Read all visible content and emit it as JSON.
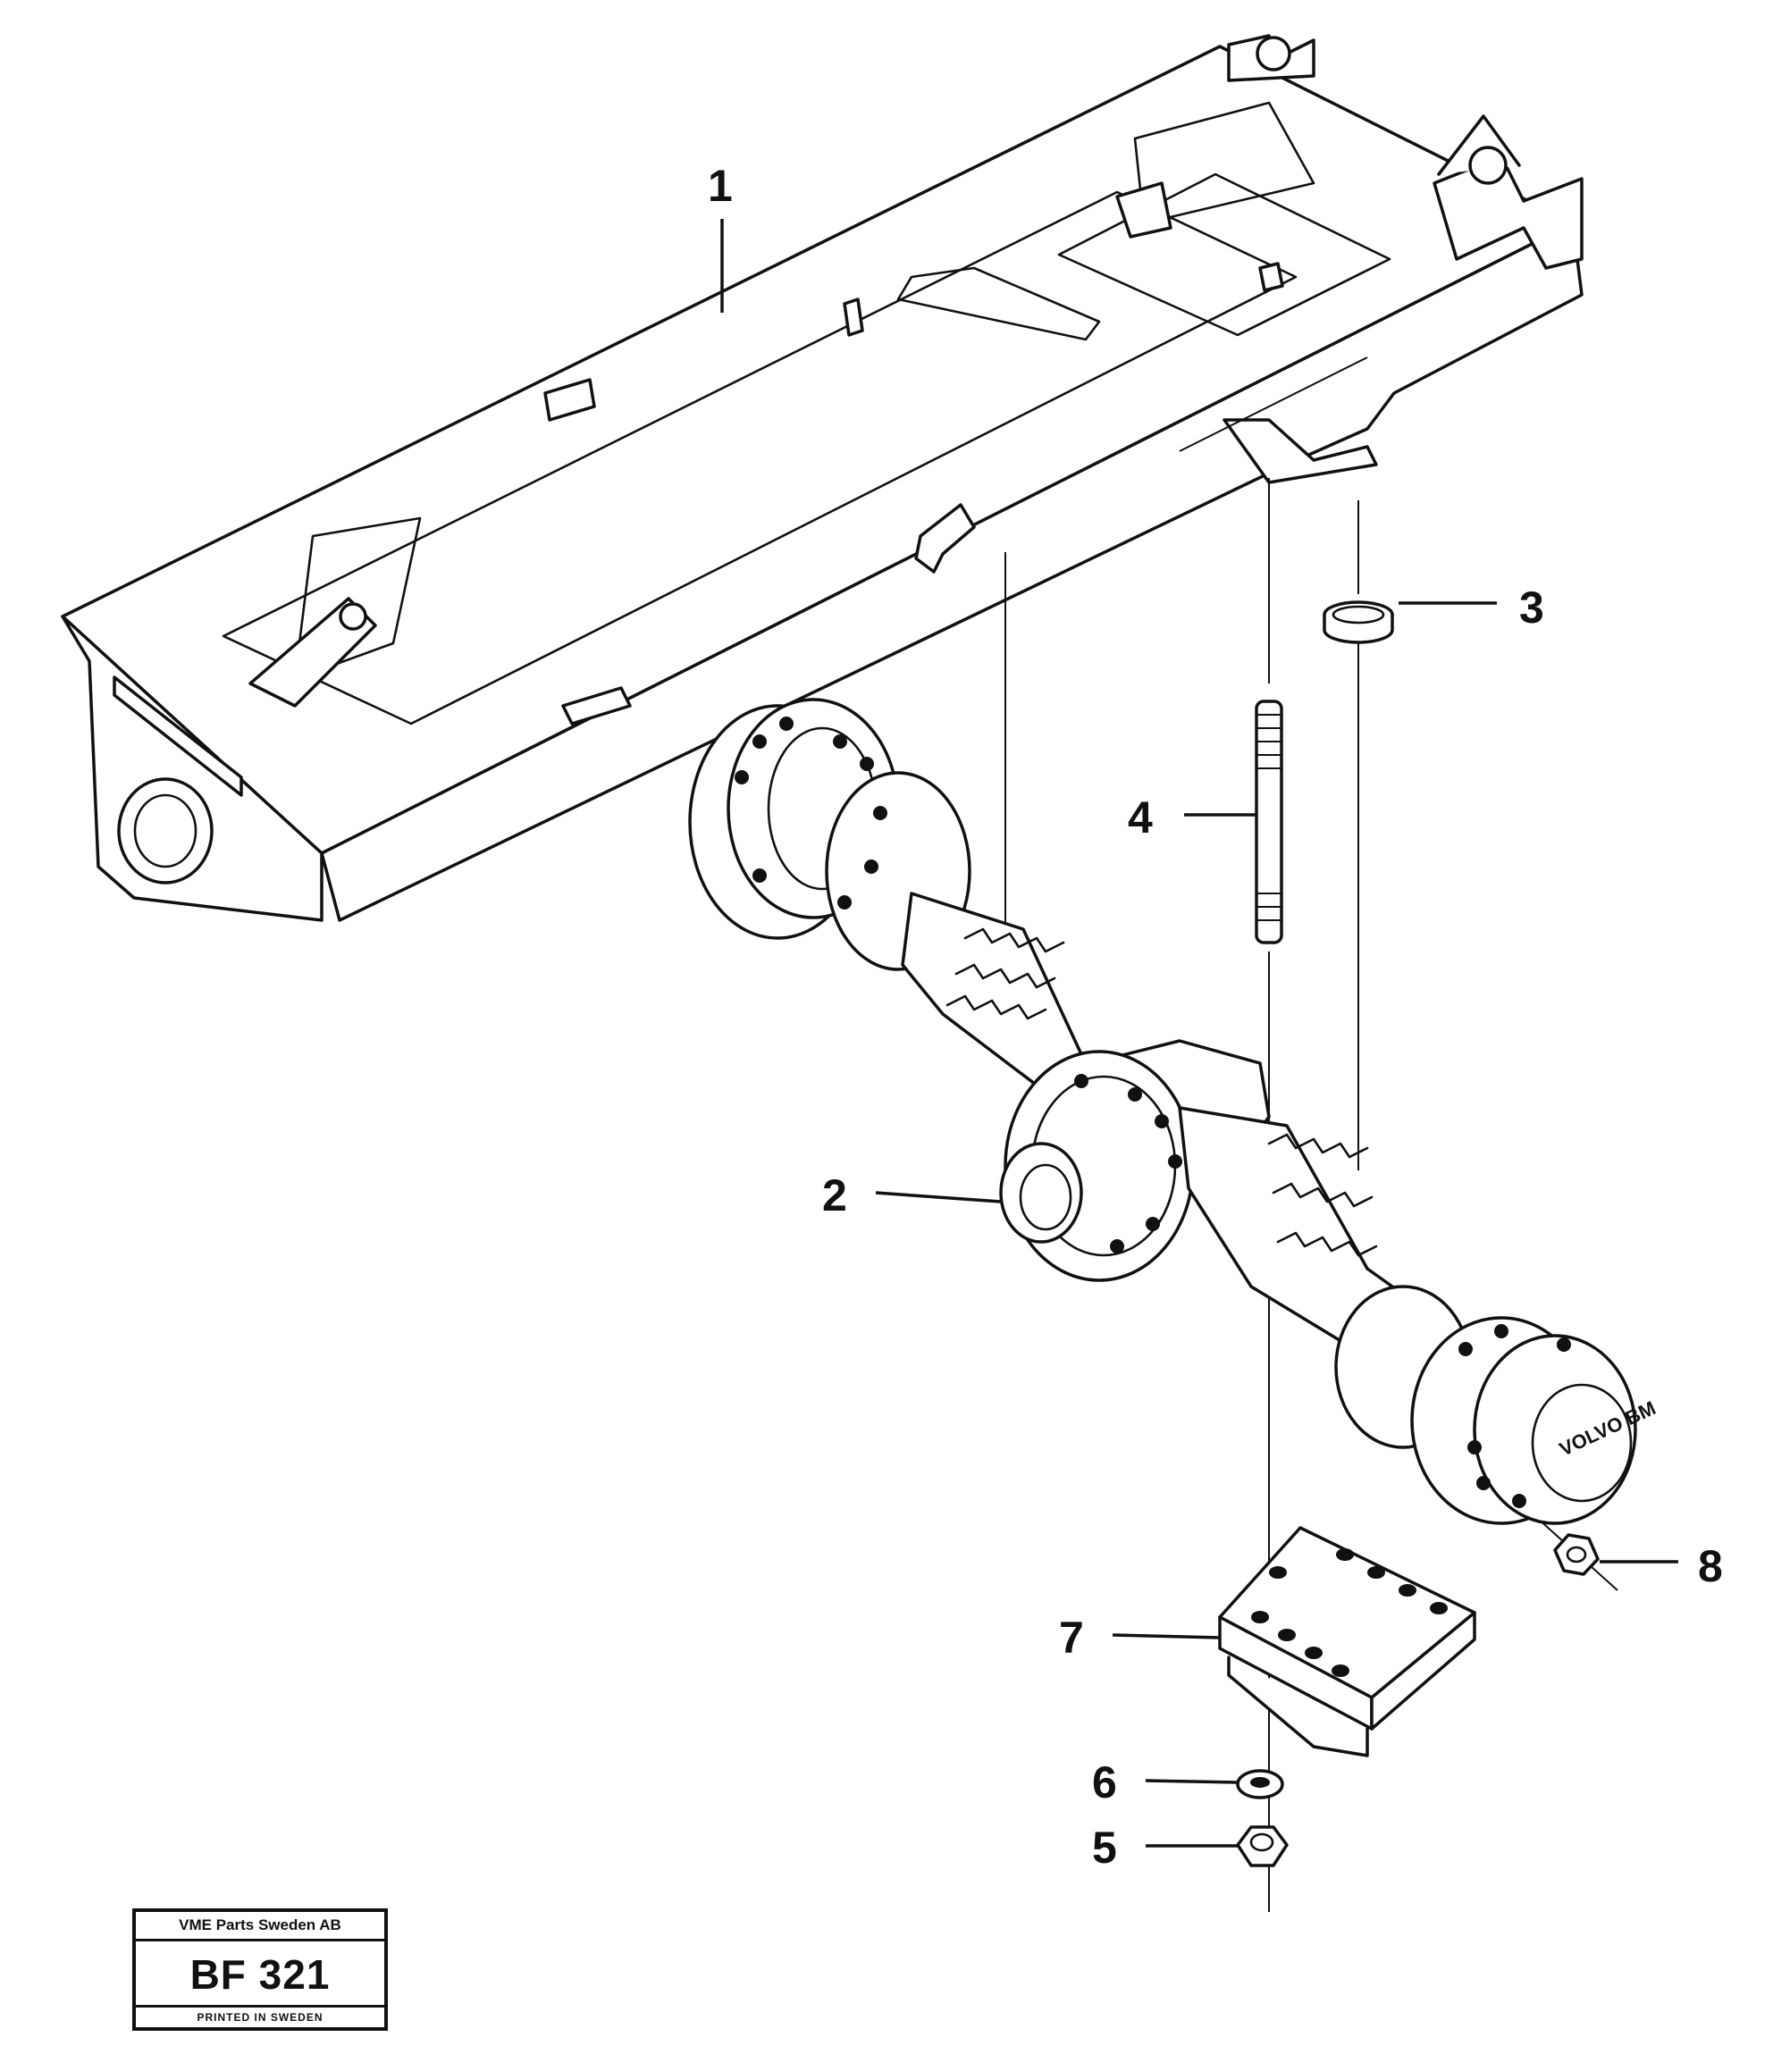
{
  "callouts": [
    {
      "id": "1",
      "label": "1"
    },
    {
      "id": "2",
      "label": "2"
    },
    {
      "id": "3",
      "label": "3"
    },
    {
      "id": "4",
      "label": "4"
    },
    {
      "id": "5",
      "label": "5"
    },
    {
      "id": "6",
      "label": "6"
    },
    {
      "id": "7",
      "label": "7"
    },
    {
      "id": "8",
      "label": "8"
    }
  ],
  "stamp": {
    "company": "VME Parts Sweden AB",
    "code": "BF 321",
    "printed": "PRINTED IN SWEDEN"
  },
  "hub_lettering": "VOLVO BM"
}
